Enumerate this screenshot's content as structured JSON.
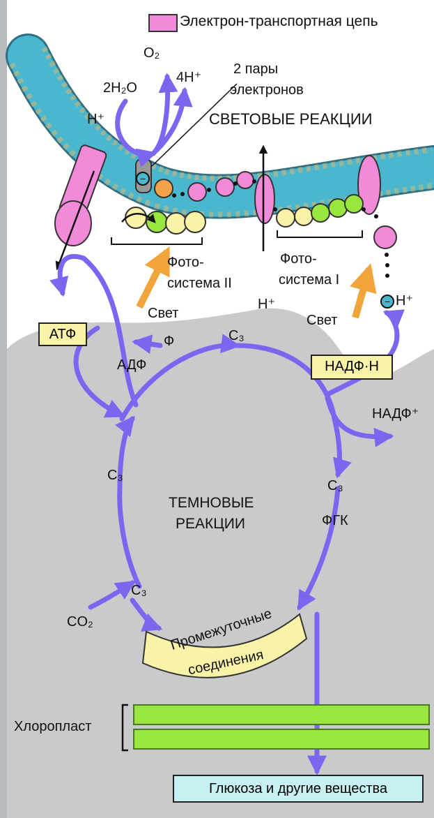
{
  "legend": {
    "label": "Электрон-транспортная цепь",
    "swatch_color": "#f08ad9"
  },
  "labels": {
    "h2o": "2H₂O",
    "o2": "O₂",
    "h4": "4H⁺",
    "pairs_line1": "2 пары",
    "pairs_line2": "электронов",
    "light_reactions": "СВЕТОВЫЕ РЕАКЦИИ",
    "h_left": "H⁺",
    "h_mid": "H⁺",
    "h_right": "H⁺",
    "ps2_line1": "Фото-",
    "ps2_line2": "система  II",
    "ps1_line1": "Фото-",
    "ps1_line2": "система  I",
    "light_left": "Свет",
    "light_right": "Свет",
    "atp": "АТФ",
    "phi": "Ф",
    "adp": "АДФ",
    "c3_top": "C₃",
    "nadph": "НАДФ·Н",
    "nadp": "НАДФ⁺",
    "c3_left": "C₃",
    "dark_line1": "ТЕМНОВЫЕ",
    "dark_line2": "РЕАКЦИИ",
    "c3_right": "C₃",
    "fgk": "ФГК",
    "c3_lower": "C₃",
    "co2": "CO₂",
    "intermediate_line1": "Промежуточные",
    "intermediate_line2": "соединения",
    "chloroplast": "Хлоропласт",
    "glucose": "Глюкоза и другие вещества"
  },
  "colors": {
    "arrow": "#7b66f0",
    "membrane": "#4ab7cf",
    "stroma": "#c8cacb",
    "green": "#9ae640",
    "yellow": "#f8f3a6",
    "pink": "#f08ad9",
    "glucose_box": "#c7f1f2"
  }
}
